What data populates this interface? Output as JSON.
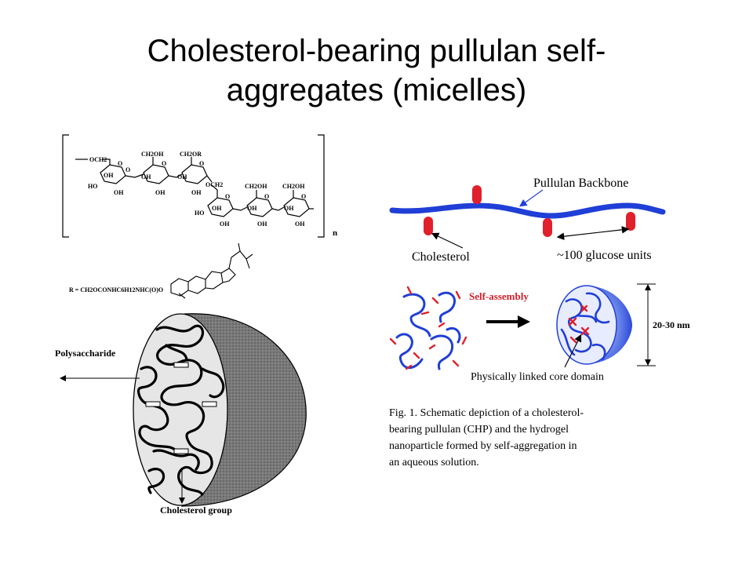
{
  "slide": {
    "title_line1": "Cholesterol-bearing pullulan self-",
    "title_line2": "aggregates (micelles)"
  },
  "structure": {
    "labels": {
      "och2": "OCH2",
      "ch2oh_a": "CH2OH",
      "ch2or": "CH2OR",
      "ch2oh_b": "CH2OH",
      "ch2oh_c": "CH2OH",
      "och2_b": "OCH2",
      "oh": "OH",
      "ho": "HO",
      "o": "O",
      "n": "n"
    },
    "r_formula": "R = CH2OCONHC6H12NHC(O)O"
  },
  "micelle": {
    "polysaccharide_label": "Polysaccharide",
    "cholesterol_group_label": "Cholesterol group"
  },
  "chp": {
    "backbone_label": "Pullulan Backbone",
    "cholesterol_label": "Cholesterol",
    "glucose_label": "~100 glucose units",
    "self_assembly_label": "Self-assembly",
    "size_label": "20-30 nm",
    "core_label": "Physically linked core domain",
    "caption_line1": "Fig. 1. Schematic depiction of a cholesterol-",
    "caption_line2": "bearing pullulan (CHP) and the hydrogel",
    "caption_line3": "nanoparticle formed by self-aggregation in",
    "caption_line4": "an aqueous solution."
  },
  "colors": {
    "backbone_blue": "#1f3fd6",
    "cholesterol_red": "#e0202a",
    "self_assembly_red": "#d4202a"
  }
}
